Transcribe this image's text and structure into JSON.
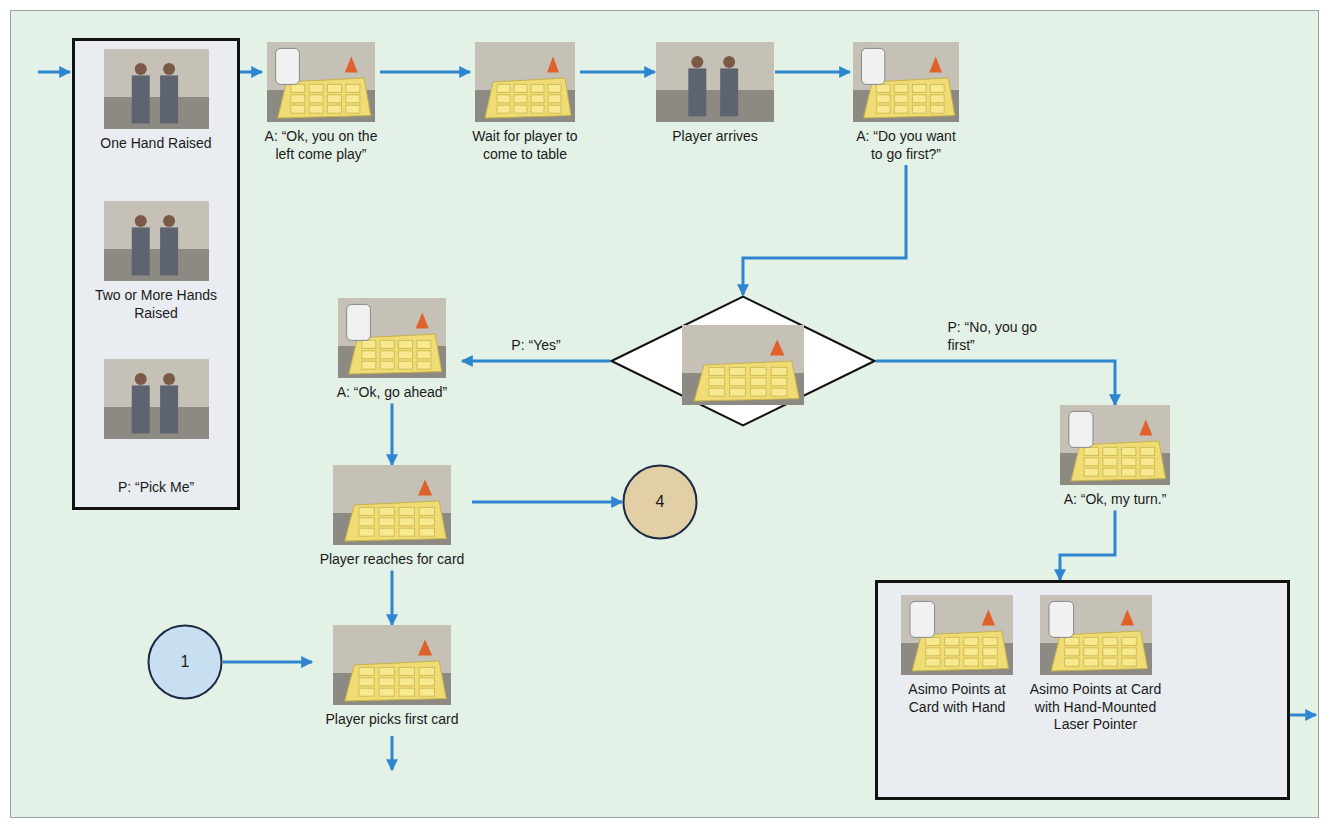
{
  "diagram": {
    "nodes": [
      {
        "text": []
      },
      {
        "text": [
          "One Hand Raised"
        ],
        "in": 0
      },
      {
        "text": [
          "Two or More Hands Raised"
        ],
        "in": 0
      },
      {
        "text": [
          "P: “Pick Me”"
        ],
        "in": 0
      },
      {
        "text": [
          "A: “Ok, you on the left come play”"
        ]
      },
      {
        "text": [
          "Wait for player to come to table"
        ]
      },
      {
        "text": [
          "Player arrives"
        ]
      },
      {
        "text": [
          "A: “Do you want to go first?”"
        ]
      },
      {
        "text": []
      },
      {
        "text": [
          "A: “Ok, go ahead”"
        ]
      },
      {
        "text": [
          "Player reaches for card"
        ]
      },
      {
        "text": [
          "4"
        ]
      },
      {
        "text": [
          "1"
        ]
      },
      {
        "text": [
          "Player picks first card"
        ]
      },
      {
        "text": [
          "A: “Ok, my turn.”"
        ]
      },
      {
        "text": []
      },
      {
        "text": [
          "Asimo Points at Card with Hand"
        ],
        "in": 15
      },
      {
        "text": [
          "Asimo Points at Card with Hand-Mounted Laser Pointer"
        ],
        "in": 15
      }
    ],
    "edges": [
      {
        "from": 0,
        "to": 4,
        "arrow": "to"
      },
      {
        "from": 4,
        "to": 5,
        "arrow": "to"
      },
      {
        "from": 5,
        "to": 6,
        "arrow": "to"
      },
      {
        "from": 6,
        "to": 7,
        "arrow": "to"
      },
      {
        "from": 7,
        "to": 8,
        "arrow": "to"
      },
      {
        "from": 8,
        "to": 9,
        "label": "P: “Yes”",
        "arrow": "to"
      },
      {
        "from": 8,
        "to": 14,
        "label": "P: “No, you go first”",
        "arrow": "to"
      },
      {
        "from": 9,
        "to": 10,
        "arrow": "to"
      },
      {
        "from": 10,
        "to": 11,
        "arrow": "to"
      },
      {
        "from": 10,
        "to": 13,
        "arrow": "to"
      },
      {
        "from": 12,
        "to": 13,
        "arrow": "to"
      },
      {
        "from": 14,
        "to": 15,
        "arrow": "to"
      }
    ]
  }
}
